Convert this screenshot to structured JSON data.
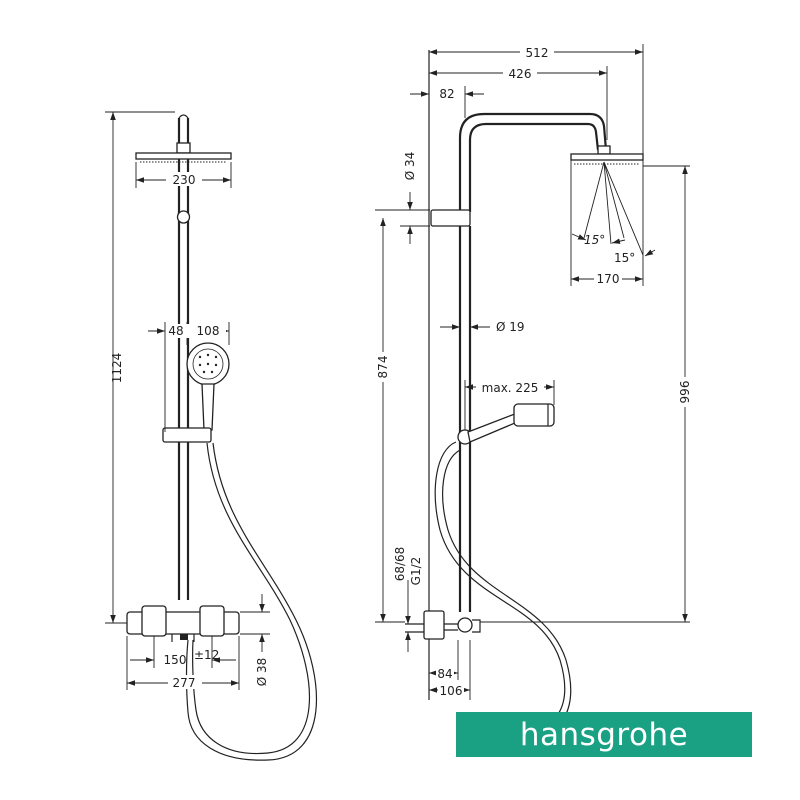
{
  "brand": {
    "logo_text": "hansgrohe",
    "color": "#1aa184"
  },
  "left_view": {
    "overall_height": "1124",
    "head_width": "230",
    "offset_hand": "48",
    "hand_width": "108",
    "center_distance": "150",
    "center_tolerance": "±12",
    "mixer_width": "277",
    "mixer_diameter": "Ø 38"
  },
  "right_view": {
    "projection": "512",
    "arm_length": "426",
    "wall_offset": "82",
    "bracket_diameter": "Ø 34",
    "pipe_diameter": "Ø 19",
    "bracket_height": "874",
    "head_height": "996",
    "spray_angle_left": "15°",
    "spray_angle_right": "15°",
    "head_diameter": "170",
    "hand_reach": "max. 225",
    "connection_spacing": "68/68",
    "thread": "G1/2",
    "wall_distance_a": "84",
    "wall_distance_b": "106"
  }
}
